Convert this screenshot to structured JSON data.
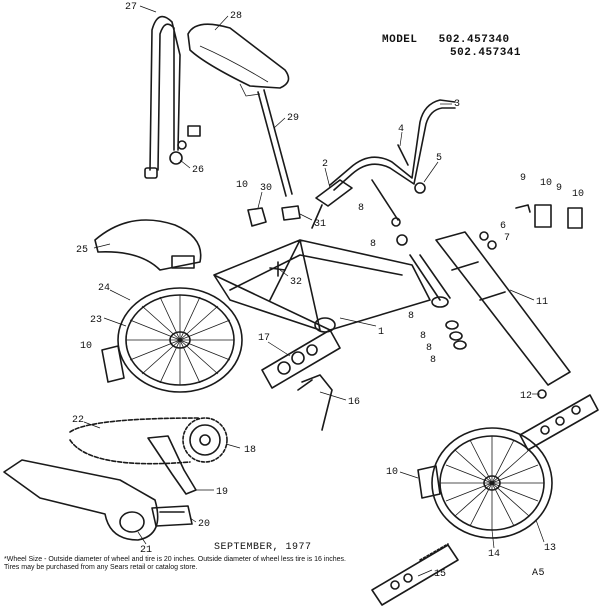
{
  "model": {
    "label": "MODEL",
    "numbers": [
      "502.457340",
      "502.457341"
    ]
  },
  "date": "SEPTEMBER, 1977",
  "sheet": "A5",
  "footnote": "*Wheel Size - Outside diameter of wheel and tire is 20 inches. Outside diameter of wheel less tire is 16 inches. Tires may be purchased from any Sears retail or catalog store.",
  "callouts": [
    "27",
    "28",
    "29",
    "26",
    "2",
    "3",
    "4",
    "5",
    "30",
    "10",
    "31",
    "8",
    "8",
    "9",
    "10",
    "9",
    "10",
    "6",
    "7",
    "25",
    "32",
    "24",
    "23",
    "10",
    "1",
    "8",
    "8",
    "8",
    "8",
    "11",
    "17",
    "16",
    "12",
    "22",
    "18",
    "19",
    "21",
    "20",
    "10",
    "14",
    "13",
    "15"
  ]
}
